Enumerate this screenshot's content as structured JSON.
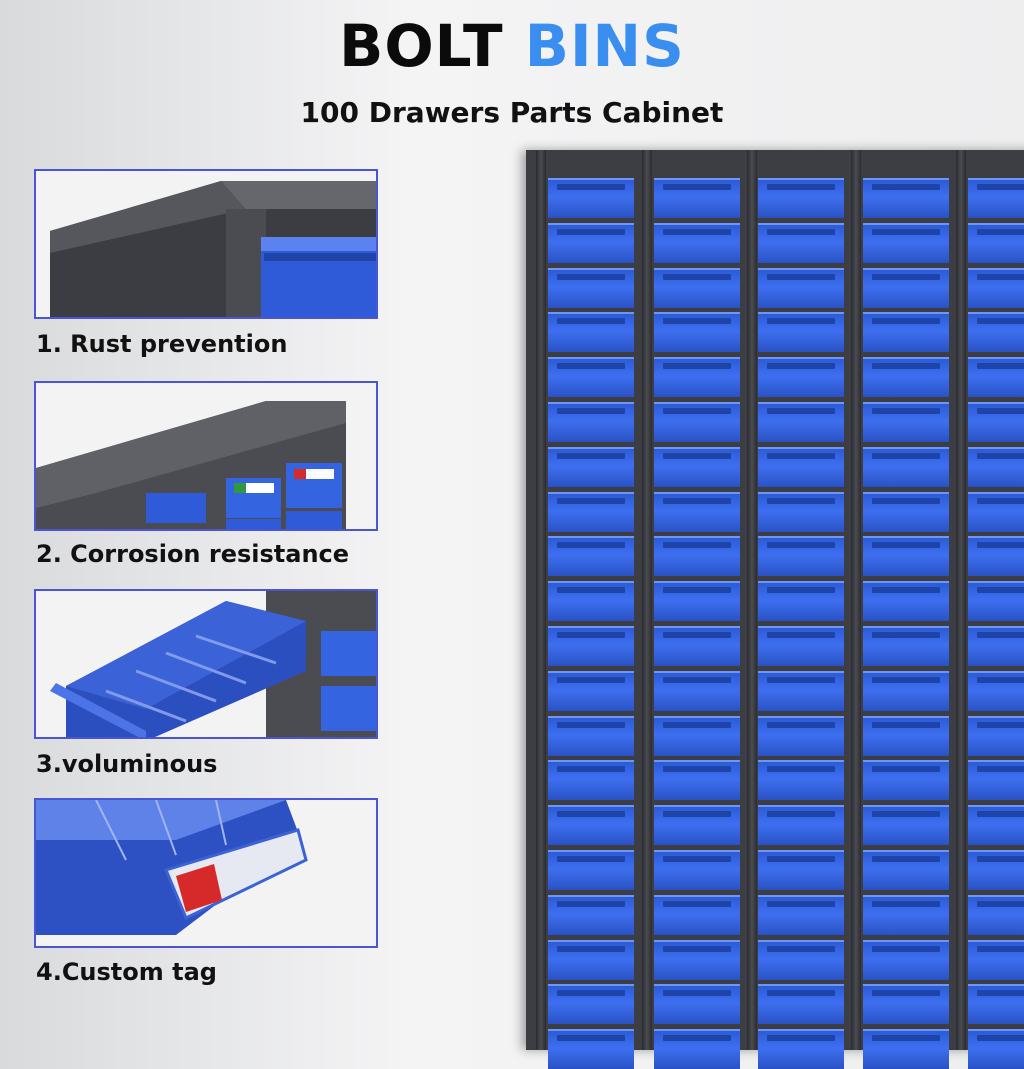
{
  "header": {
    "title_part1": "BOLT",
    "title_part2": "BINS",
    "subtitle": "100 Drawers Parts Cabinet"
  },
  "features": [
    {
      "label": "1. Rust prevention"
    },
    {
      "label": "2. Corrosion resistance"
    },
    {
      "label": "3.voluminous"
    },
    {
      "label": "4.Custom tag"
    }
  ],
  "colors": {
    "accent_blue": "#3a8ef0",
    "drawer_blue": "#3e6ff0",
    "cabinet_gray": "#3c3e44",
    "panel_border": "#4a55d6"
  }
}
